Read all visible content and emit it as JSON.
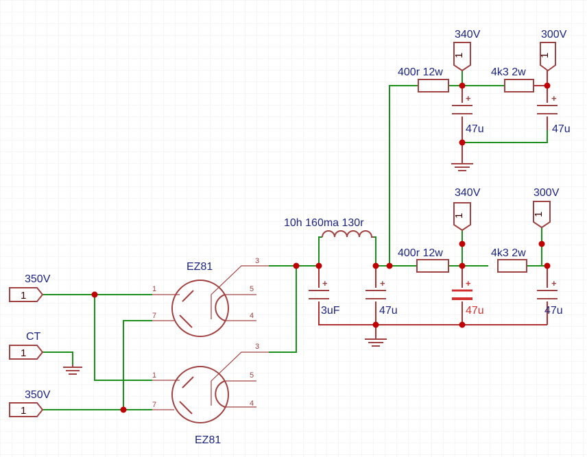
{
  "colors": {
    "wire_green": "#1a8f1a",
    "wire_red": "#b03030",
    "symbol": "#a04040",
    "label": "#1a237e",
    "highlight": "#d32f2f",
    "junction": "#c00000"
  },
  "ports": {
    "in_top": {
      "label": "350V",
      "num": "1"
    },
    "ct": {
      "label": "CT",
      "num": "1"
    },
    "in_bottom": {
      "label": "350V",
      "num": "1"
    },
    "top_340": {
      "label": "340V",
      "num": "1"
    },
    "top_300": {
      "label": "300V",
      "num": "1"
    },
    "mid_340": {
      "label": "340V",
      "num": "1"
    },
    "mid_300": {
      "label": "300V",
      "num": "1"
    }
  },
  "tubes": {
    "upper": {
      "label": "EZ81",
      "pins": [
        "1",
        "7",
        "3",
        "5",
        "4"
      ]
    },
    "lower": {
      "label": "EZ81",
      "pins": [
        "1",
        "7",
        "3",
        "5",
        "4"
      ]
    }
  },
  "components": {
    "choke": "10h 160ma 130r",
    "cap_3uf": "3uF",
    "cap_47_a": "47u",
    "cap_47_b": "47u",
    "cap_47_c": "47u",
    "cap_47_top_a": "47u",
    "cap_47_top_b": "47u",
    "res_400_top": "400r 12w",
    "res_4k3_top": "4k3 2w",
    "res_400_mid": "400r 12w",
    "res_4k3_mid": "4k3 2w"
  }
}
